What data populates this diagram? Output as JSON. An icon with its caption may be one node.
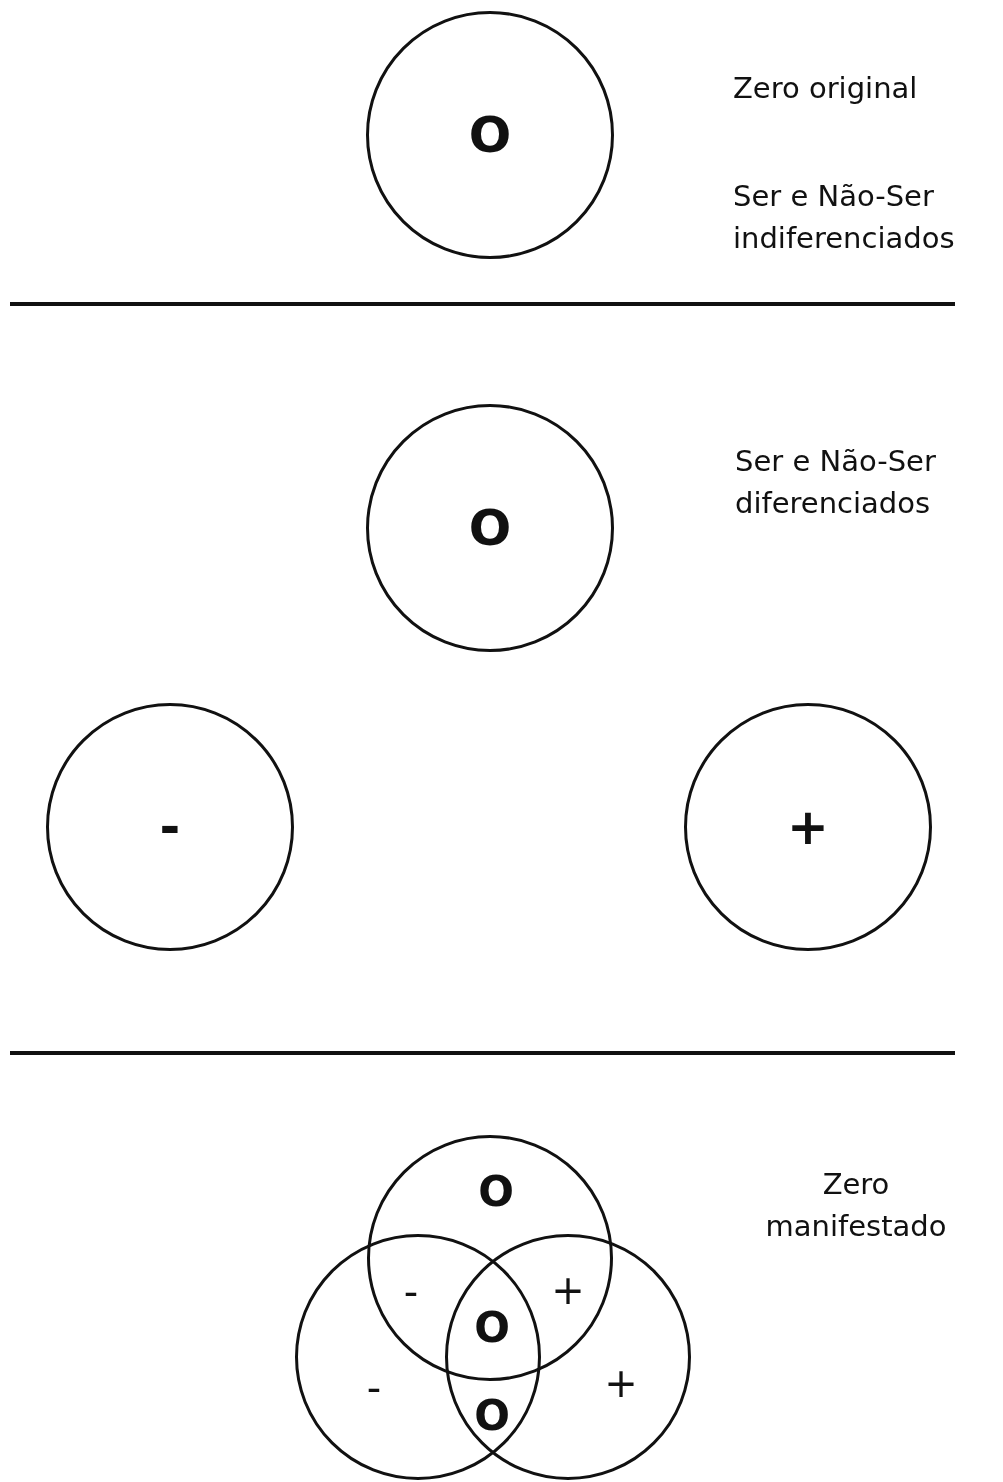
{
  "diagram": {
    "nodes": [
      {
        "text": [
          "O"
        ]
      },
      {
        "text": [
          "O"
        ]
      },
      {
        "text": [
          "-"
        ]
      },
      {
        "text": [
          "+"
        ]
      },
      {
        "text": [],
        "shape": "circle"
      },
      {
        "text": [],
        "shape": "circle"
      },
      {
        "text": [],
        "shape": "circle"
      }
    ],
    "labels": [
      "Zero original",
      "Ser e Não-Ser indiferenciados",
      "Ser e Não-Ser diferenciados",
      "Zero manifestado",
      "O",
      "-",
      "+",
      "O",
      "-",
      "+",
      "O"
    ]
  }
}
